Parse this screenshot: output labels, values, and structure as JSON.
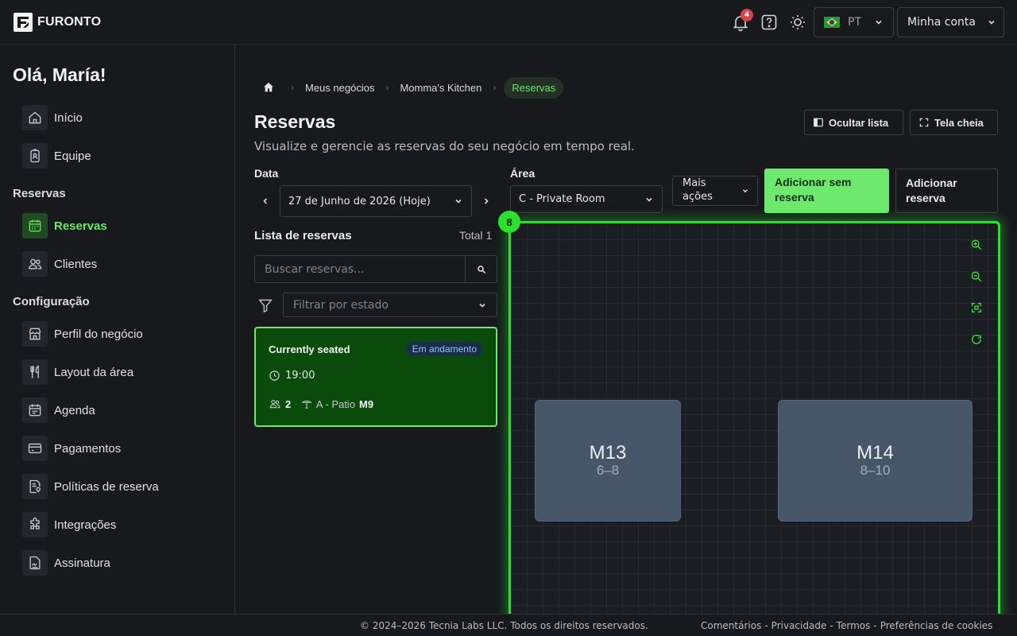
{
  "header": {
    "brand": "FURONTO",
    "notification_count": "4",
    "language": "PT",
    "account_label": "Minha conta"
  },
  "sidebar": {
    "greeting": "Olá, María!",
    "items_main": [
      {
        "label": "Início",
        "icon": "home-icon"
      },
      {
        "label": "Equipe",
        "icon": "badge-icon"
      }
    ],
    "section_reservas": "Reservas",
    "items_reservas": [
      {
        "label": "Reservas",
        "icon": "calendar-icon",
        "active": true
      },
      {
        "label": "Clientes",
        "icon": "users-icon"
      }
    ],
    "section_config": "Configuração",
    "items_config": [
      {
        "label": "Perfil do negócio",
        "icon": "store-icon"
      },
      {
        "label": "Layout da área",
        "icon": "utensils-icon"
      },
      {
        "label": "Agenda",
        "icon": "agenda-icon"
      },
      {
        "label": "Pagamentos",
        "icon": "card-icon"
      },
      {
        "label": "Políticas de reserva",
        "icon": "policy-icon"
      },
      {
        "label": "Integrações",
        "icon": "puzzle-icon"
      },
      {
        "label": "Assinatura",
        "icon": "signature-icon"
      }
    ]
  },
  "breadcrumb": {
    "items": [
      "Meus negócios",
      "Momma's Kitchen"
    ],
    "current": "Reservas"
  },
  "page": {
    "title": "Reservas",
    "subtitle": "Visualize e gerencie as reservas do seu negócio em tempo real.",
    "hide_list_label": "Ocultar lista",
    "fullscreen_label": "Tela cheia"
  },
  "filters": {
    "date_label": "Data",
    "date_value": "27 de Junho de 2026 (Hoje)",
    "area_label": "Área",
    "area_value": "C - Private Room",
    "more_actions": "Mais ações",
    "add_without_reservation": "Adicionar sem reserva",
    "add_reservation": "Adicionar reserva"
  },
  "list": {
    "title": "Lista de reservas",
    "total": "Total 1",
    "search_placeholder": "Buscar reservas...",
    "filter_placeholder": "Filtrar por estado",
    "reservations": [
      {
        "name": "Currently seated",
        "status": "Em andamento",
        "time": "19:00",
        "guests": "2",
        "area": "A - Patio",
        "table": "M9"
      }
    ]
  },
  "floor": {
    "marker": "8",
    "tables": [
      {
        "name": "M13",
        "capacity": "6–8"
      },
      {
        "name": "M14",
        "capacity": "8–10"
      }
    ]
  },
  "footer": {
    "copyright": "© 2024–2026 Tecnia Labs LLC. Todos os direitos reservados.",
    "links": [
      "Comentários",
      "Privacidade",
      "Termos",
      "Preferências de cookies"
    ]
  },
  "colors": {
    "accent": "#6ee86d",
    "floor_border": "#2ee02e",
    "card_bg": "#0a4a0a",
    "badge": "#d9434b"
  }
}
